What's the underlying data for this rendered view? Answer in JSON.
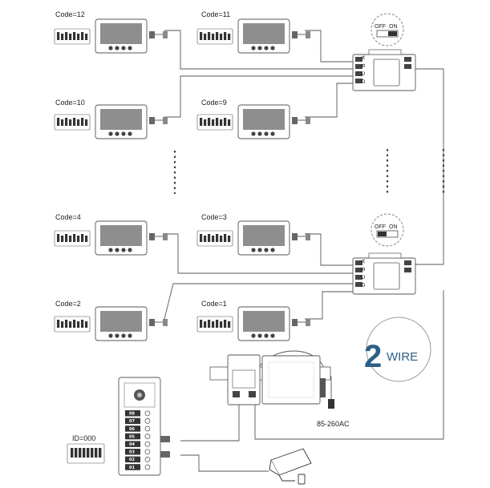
{
  "monitors": [
    {
      "code_label": "Code=12"
    },
    {
      "code_label": "Code=11"
    },
    {
      "code_label": "Code=10"
    },
    {
      "code_label": "Code=9"
    },
    {
      "code_label": "Code=4"
    },
    {
      "code_label": "Code=3"
    },
    {
      "code_label": "Code=2"
    },
    {
      "code_label": "Code=1"
    }
  ],
  "switches": [
    {
      "off_label": "OFF",
      "on_label": "ON",
      "state": "ON"
    },
    {
      "off_label": "OFF",
      "on_label": "ON",
      "state": "OFF"
    }
  ],
  "distributor_terminals": [
    "A",
    "B",
    "C",
    "D"
  ],
  "door_station": {
    "id_label": "ID=000",
    "buttons": [
      "08",
      "07",
      "06",
      "05",
      "04",
      "03",
      "02",
      "01"
    ]
  },
  "power_supply": {
    "input_label": "85-260AC"
  },
  "logo": {
    "numeral": "2",
    "word": "WIRE"
  },
  "colors": {
    "line": "#555555",
    "logo": "#2b5f87",
    "device": "#ffffff",
    "screen": "#8e8e8e"
  }
}
